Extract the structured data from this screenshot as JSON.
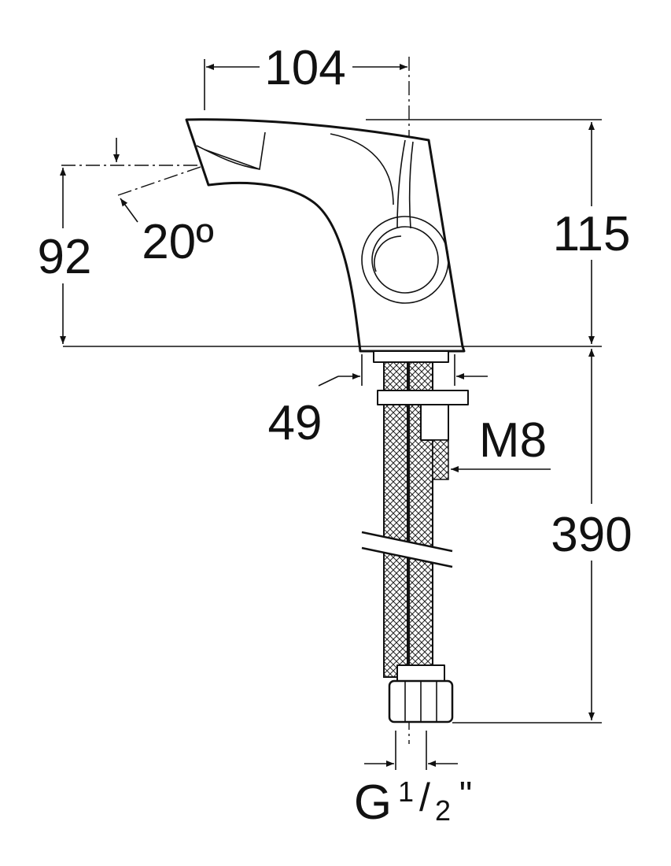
{
  "diagram": {
    "subject": "basin-mixer-tap-dimension-drawing",
    "dimensions": {
      "spout_reach": "104",
      "body_height": "115",
      "spout_height": "92",
      "spout_angle": "20º",
      "base_diameter": "49",
      "stud_thread": "M8",
      "hose_length": "390",
      "connection_prefix": "G",
      "connection_fraction_num": "1",
      "connection_fraction_den": "2",
      "connection_suffix": "\""
    },
    "colors": {
      "line": "#111111",
      "background": "#ffffff"
    }
  }
}
